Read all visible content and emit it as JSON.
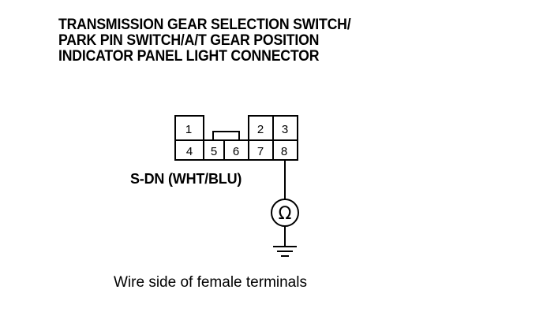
{
  "connector_title": {
    "line1": "TRANSMISSION GEAR SELECTION SWITCH/",
    "line2": "PARK PIN SWITCH/A/T GEAR POSITION",
    "line3": "INDICATOR PANEL LIGHT CONNECTOR"
  },
  "connector": {
    "terminals": [
      {
        "number": "1",
        "row": "top"
      },
      {
        "number": "2",
        "row": "top"
      },
      {
        "number": "3",
        "row": "top"
      },
      {
        "number": "4",
        "row": "bottom"
      },
      {
        "number": "5",
        "row": "bottom"
      },
      {
        "number": "6",
        "row": "bottom"
      },
      {
        "number": "7",
        "row": "bottom"
      },
      {
        "number": "8",
        "row": "bottom"
      }
    ],
    "probed_terminal": "8"
  },
  "wire_label": "S-DN (WHT/BLU)",
  "meter_symbol": "Ω",
  "meter_icon": "ohmmeter-icon",
  "ground_icon": "ground-icon",
  "caption": "Wire side of female terminals"
}
